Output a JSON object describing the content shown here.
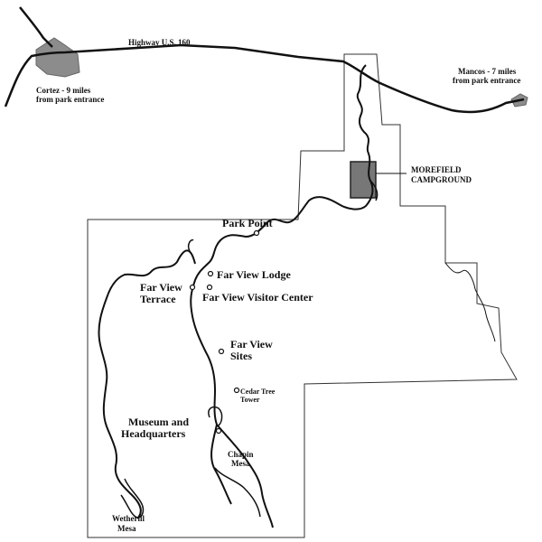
{
  "map": {
    "highway_label": "Highway U.S. 160",
    "cortez": {
      "line1": "Cortez - 9 miles",
      "line2": "from park entrance"
    },
    "mancos": {
      "line1": "Mancos - 7 miles",
      "line2": "from park entrance"
    },
    "morefield": {
      "line1": "MOREFIELD",
      "line2": "CAMPGROUND"
    },
    "park_point": "Park Point",
    "far_view_lodge": "Far View Lodge",
    "far_view_terrace": {
      "line1": "Far View",
      "line2": "Terrace"
    },
    "far_view_visitor_center": "Far View Visitor Center",
    "far_view_sites": {
      "line1": "Far View",
      "line2": "Sites"
    },
    "cedar_tree_tower": {
      "line1": "Cedar Tree",
      "line2": "Tower"
    },
    "museum_hq": {
      "line1": "Museum and",
      "line2": "Headquarters"
    },
    "chapin_mesa": {
      "line1": "Chapin",
      "line2": "Mesa"
    },
    "wetherill_mesa": {
      "line1": "Wetherill",
      "line2": "Mesa"
    }
  },
  "colors": {
    "ink": "#111111",
    "town_fill": "#8c8c8c",
    "campground_fill": "#777777",
    "background": "#ffffff"
  }
}
